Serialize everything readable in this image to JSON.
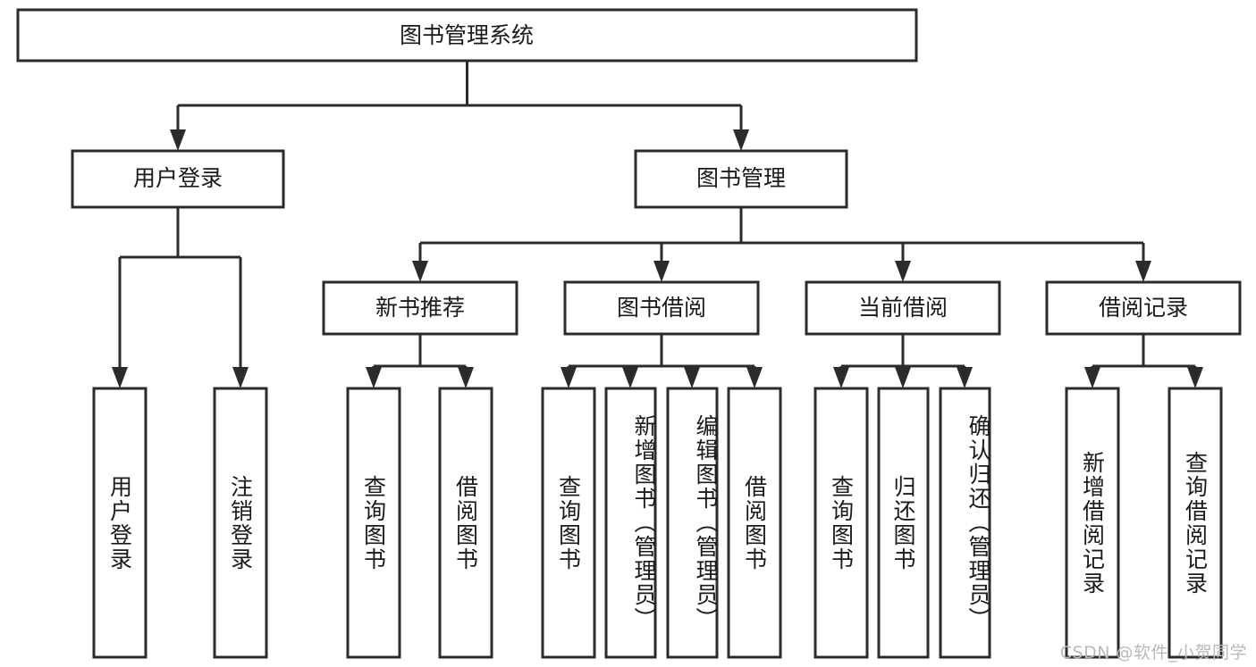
{
  "diagram": {
    "type": "tree-hierarchy",
    "title": "图书管理系统",
    "orientation": "top-down",
    "colors": {
      "box_fill": "#ffffff",
      "box_stroke": "#2b2b2b",
      "text": "#1a1a1a",
      "background": "#ffffff",
      "watermark": "#b9b9b9"
    },
    "root": {
      "label": "图书管理系统",
      "id": "root-system"
    },
    "level2": [
      {
        "id": "user-login",
        "label": "用户登录"
      },
      {
        "id": "book-management",
        "label": "图书管理"
      }
    ],
    "level3": [
      {
        "id": "new-book-recommend",
        "label": "新书推荐",
        "parent": "book-management"
      },
      {
        "id": "book-borrow",
        "label": "图书借阅",
        "parent": "book-management"
      },
      {
        "id": "current-borrow",
        "label": "当前借阅",
        "parent": "book-management"
      },
      {
        "id": "borrow-record",
        "label": "借阅记录",
        "parent": "book-management"
      }
    ],
    "leaves": [
      {
        "id": "leaf-user-login",
        "label": "用户登录",
        "parent": "user-login"
      },
      {
        "id": "leaf-logout-login",
        "label": "注销登录",
        "parent": "user-login"
      },
      {
        "id": "leaf-query-book-1",
        "label": "查询图书",
        "parent": "new-book-recommend"
      },
      {
        "id": "leaf-borrow-book-1",
        "label": "借阅图书",
        "parent": "new-book-recommend"
      },
      {
        "id": "leaf-query-book-2",
        "label": "查询图书",
        "parent": "book-borrow"
      },
      {
        "id": "leaf-add-book",
        "label": "新增图书（管理员）",
        "parent": "book-borrow"
      },
      {
        "id": "leaf-edit-book",
        "label": "编辑图书（管理员）",
        "parent": "book-borrow"
      },
      {
        "id": "leaf-borrow-book-2",
        "label": "借阅图书",
        "parent": "book-borrow"
      },
      {
        "id": "leaf-query-book-3",
        "label": "查询图书",
        "parent": "current-borrow"
      },
      {
        "id": "leaf-return-book",
        "label": "归还图书",
        "parent": "current-borrow"
      },
      {
        "id": "leaf-confirm-return",
        "label": "确认归还（管理员）",
        "parent": "current-borrow"
      },
      {
        "id": "leaf-add-record",
        "label": "新增借阅记录",
        "parent": "borrow-record"
      },
      {
        "id": "leaf-query-record",
        "label": "查询借阅记录",
        "parent": "borrow-record"
      }
    ],
    "watermark": "CSDN @软件_小贺同学"
  }
}
